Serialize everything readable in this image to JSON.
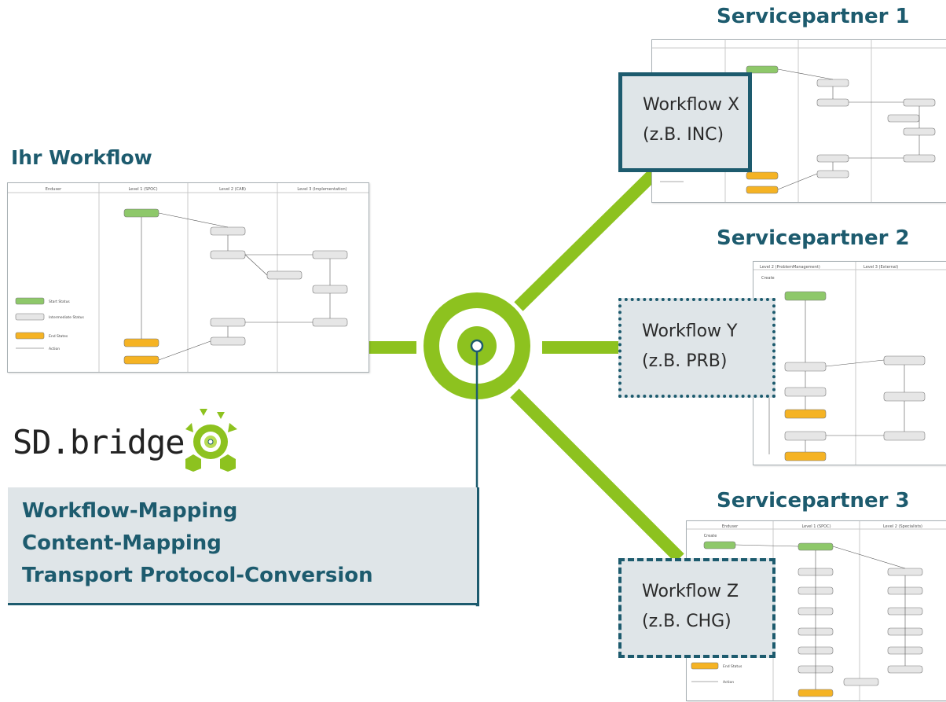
{
  "titles": {
    "own_workflow": "Ihr Workflow",
    "partner1": "Servicepartner 1",
    "partner2": "Servicepartner 2",
    "partner3": "Servicepartner 3"
  },
  "workflows": {
    "x": {
      "name": "Workflow X",
      "example": "(z.B. INC)"
    },
    "y": {
      "name": "Workflow Y",
      "example": "(z.B. PRB)"
    },
    "z": {
      "name": "Workflow Z",
      "example": "(z.B. CHG)"
    }
  },
  "logo": {
    "text": "SD.bridge"
  },
  "features": [
    "Workflow-Mapping",
    "Content-Mapping",
    "Transport Protocol-Conversion"
  ],
  "thumb_main": {
    "lanes": [
      "Enduser",
      "Level 1 (SPOC)",
      "Level 2 (CAB)",
      "Level 3 (Implementation)"
    ],
    "legend": [
      "Start Status",
      "Intermediate Status",
      "End States",
      "Action"
    ]
  },
  "thumb_p2": {
    "lanes": [
      "Level 2 (ProblemManagement)",
      "Level 3 (External)"
    ],
    "create": "Create"
  },
  "thumb_p3": {
    "lanes": [
      "Enduser",
      "Level 1 (SPOC)",
      "Level 2 (Specialists)"
    ],
    "create": "Create",
    "legend": [
      "End Status",
      "Action"
    ]
  },
  "colors": {
    "accent": "#1d5b6e",
    "green": "#8dc21f",
    "status_green": "#8ec86a",
    "status_orange": "#f5b324"
  }
}
